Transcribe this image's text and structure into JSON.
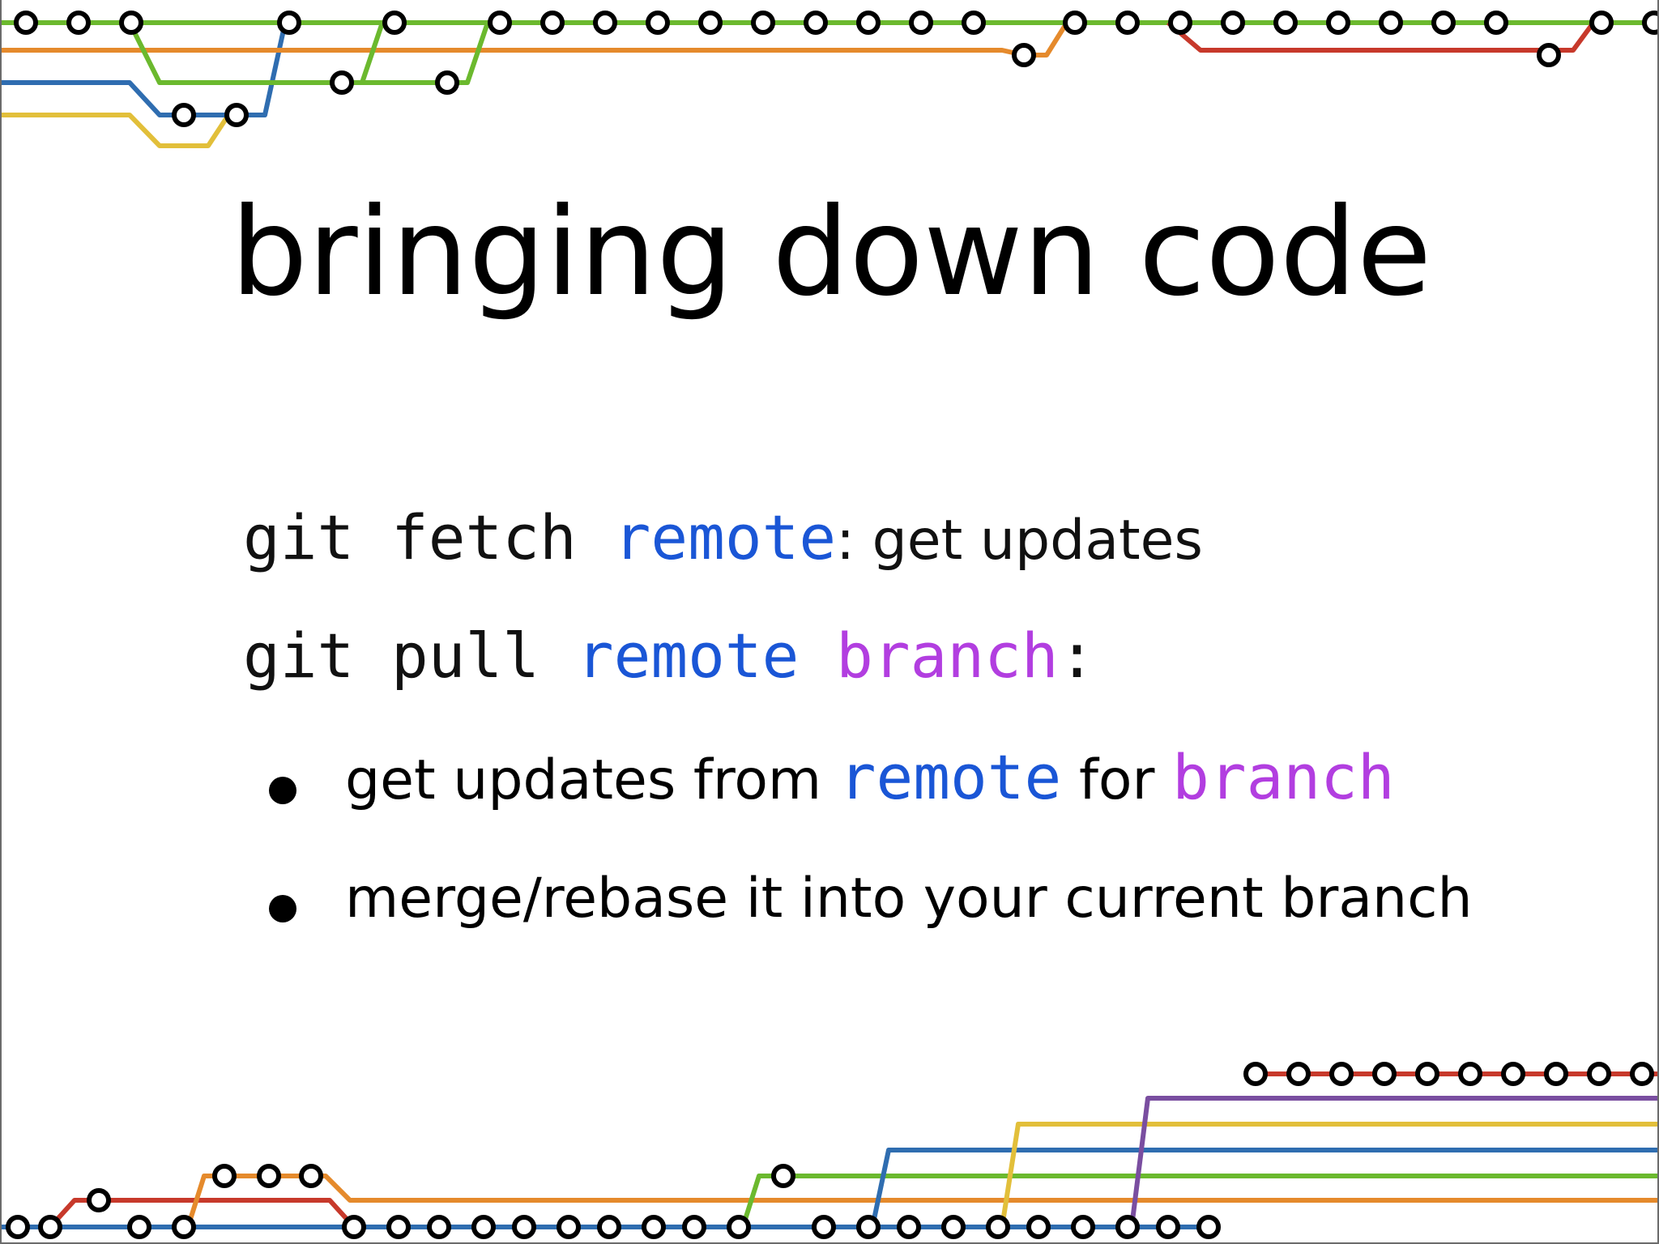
{
  "slide": {
    "title": "bringing down code",
    "fetch_line": {
      "cmd": "git fetch ",
      "remote": "remote",
      "colon": ":",
      "desc": " get updates"
    },
    "pull_line": {
      "cmd": "git pull ",
      "remote": "remote",
      "space": " ",
      "branch": "branch",
      "colon": ":"
    },
    "bullets": [
      {
        "prefix": "get updates from ",
        "remote": "remote",
        "middle": " for ",
        "branch": "branch"
      },
      {
        "text": "merge/rebase it into your current branch"
      }
    ]
  },
  "colors": {
    "remote": "#1a56d6",
    "branch": "#b23ee0",
    "track_green": "#6bb92e",
    "track_orange": "#e58a2c",
    "track_blue": "#2f6db0",
    "track_yellow": "#e2bf3a",
    "track_red": "#c7392b",
    "track_purple": "#7a4ea0"
  },
  "decoration": {
    "icon": "git-branch-graph-icon"
  }
}
